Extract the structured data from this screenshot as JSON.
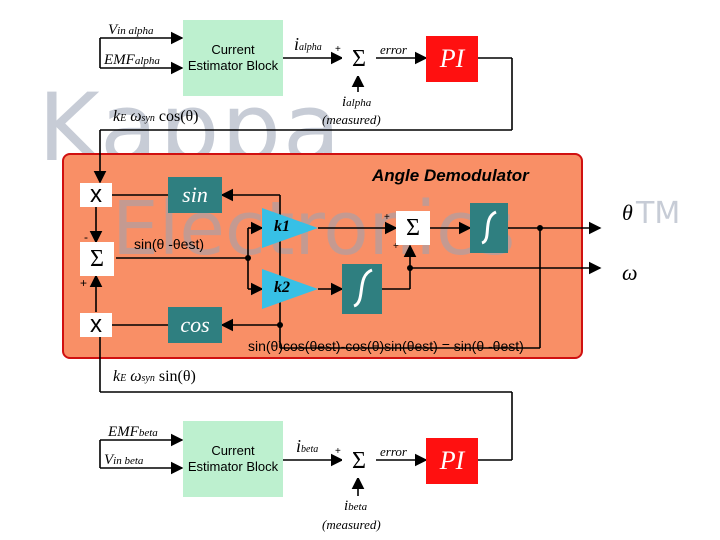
{
  "watermark": {
    "line1": "Kappa",
    "line2": "Electronics",
    "tm": "TM"
  },
  "top": {
    "vin": "V",
    "vin_sub": "in alpha",
    "emf": "EMF",
    "emf_sub": "alpha",
    "estimator": "Current Estimator Block",
    "i_hat": "i",
    "i_hat_sub": "alpha",
    "plus": "+",
    "minus": "-",
    "error": "error",
    "pi": "PI",
    "i_meas": "i",
    "i_meas_sub": "alpha",
    "meas": "(measured)",
    "feedback_k": "k",
    "feedback_k_sub": "E",
    "feedback_omega": "ω",
    "feedback_omega_sub": "syn",
    "feedback_fn": "cos(θ)"
  },
  "demod": {
    "title": "Angle Demodulator",
    "mult_top": "x",
    "mult_bot": "x",
    "sin": "sin",
    "cos": "cos",
    "sum_sym": "Σ",
    "diff_label": "sin(θ -θest)",
    "k1": "k1",
    "k2": "k2",
    "identity": "sin(θ)cos(θest)-cos(θ)sin(θest) = sin(θ -θest)",
    "theta_hat": "θ",
    "omega_hat": "ω"
  },
  "bottom": {
    "emf": "EMF",
    "emf_sub": "beta",
    "vin": "V",
    "vin_sub": "in beta",
    "estimator": "Current Estimator Block",
    "i_hat": "i",
    "i_hat_sub": "beta",
    "error": "error",
    "pi": "PI",
    "i_meas": "i",
    "i_meas_sub": "beta",
    "meas": "(measured)",
    "feedback_k": "k",
    "feedback_k_sub": "E",
    "feedback_omega": "ω",
    "feedback_omega_sub": "syn",
    "feedback_fn": "sin(θ)"
  },
  "colors": {
    "demod_bg": "#f98f66",
    "demod_border": "#d01010",
    "estimator": "#bdf0cf",
    "pi": "#ff1010",
    "gain": "#37c0e6",
    "block_dark": "#2f7f80"
  }
}
